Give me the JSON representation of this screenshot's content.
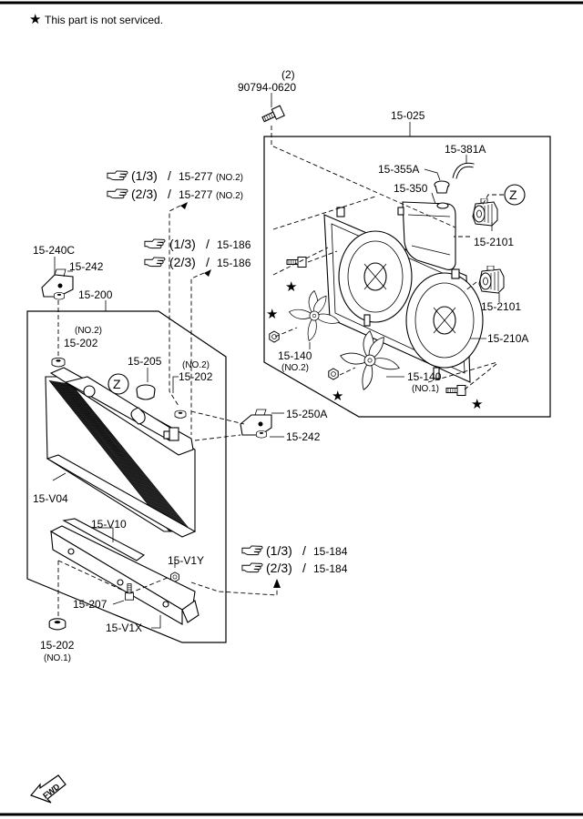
{
  "note": {
    "star": "★",
    "text": "This part is not serviced."
  },
  "bolt_top": {
    "qty": "(2)",
    "part": "90794-0620"
  },
  "fan_assembly": "15-025",
  "hose": "15-381A",
  "cap": "15-355A",
  "reservoir": "15-350",
  "z_marker": "Z",
  "motor_upper": "15-2101",
  "motor_lower": "15-2101",
  "shroud": "15-210A",
  "fan_no2": {
    "part": "15-140",
    "qual": "(NO.2)"
  },
  "fan_no1": {
    "part": "15-140",
    "qual": "(NO.1)"
  },
  "bracket_left": "15-240C",
  "bracket_left_screw": "15-242",
  "radiator": "15-200",
  "mount_upper": {
    "qual": "(NO.2)",
    "part": "15-202"
  },
  "rad_cap": "15-205",
  "mount_mid": {
    "qual": "(NO.2)",
    "part": "15-202"
  },
  "bracket_right": "15-250A",
  "bracket_right_screw": "15-242",
  "core": "15-V04",
  "lower_tank": "15-V10",
  "drain_plug": "15-V1Y",
  "plug_207": "15-207",
  "lower_tank_x": "15-V1X",
  "mount_lower": {
    "part": "15-202",
    "qual": "(NO.1)"
  },
  "refs": [
    {
      "frac": "(1/3)",
      "sep": "/",
      "part": "15-277",
      "qual": "(NO.2)"
    },
    {
      "frac": "(2/3)",
      "sep": "/",
      "part": "15-277",
      "qual": "(NO.2)"
    },
    {
      "frac": "(1/3)",
      "sep": "/",
      "part": "15-186"
    },
    {
      "frac": "(2/3)",
      "sep": "/",
      "part": "15-186"
    },
    {
      "frac": "(1/3)",
      "sep": "/",
      "part": "15-184"
    },
    {
      "frac": "(2/3)",
      "sep": "/",
      "part": "15-184"
    }
  ],
  "fwd": "FWD"
}
